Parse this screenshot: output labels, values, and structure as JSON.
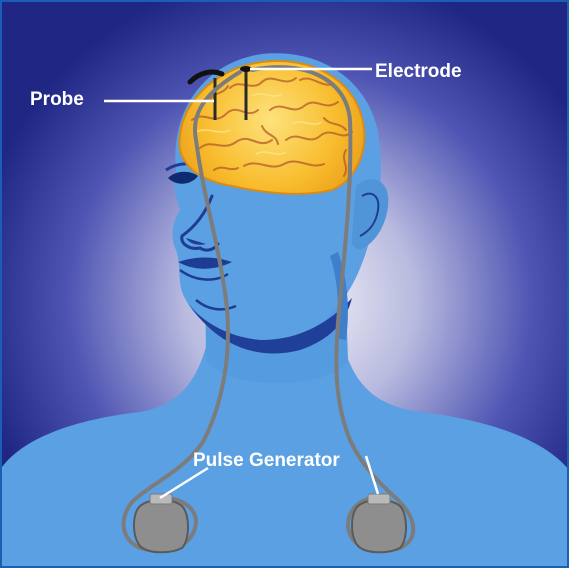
{
  "labels": {
    "probe": "Probe",
    "electrode": "Electrode",
    "pulse_generator": "Pulse Generator"
  },
  "colors": {
    "frame_border": "#1a5fb4",
    "background_center": "#f2f2f6",
    "background_mid": "#8f93d3",
    "background_edge": "#242a8c",
    "skin": "#5a9fe0",
    "skin_shadow": "#1e3c94",
    "brain": "#f7b92a",
    "brain_highlight": "#fce07a",
    "brain_fold": "#b45a2a",
    "wire": "#7a7a7a",
    "generator": "#8c8c8c",
    "label_text": "#ffffff"
  },
  "icons": {
    "brain": "brain-illustration",
    "pulse_generator": "pulse-generator-device",
    "electrode": "electrode-pin",
    "probe": "probe-pin"
  }
}
